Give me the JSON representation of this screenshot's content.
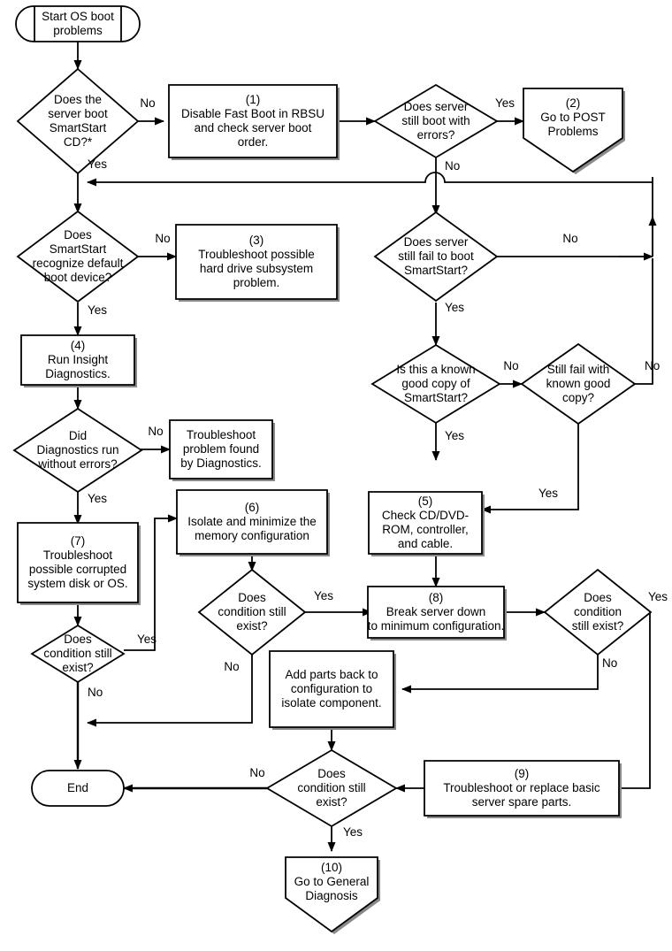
{
  "diagram": {
    "title": "OS boot problems flowchart",
    "colors": {
      "line": "#000000",
      "fill": "#ffffff",
      "shadow": "#8a8a8a"
    },
    "nodes": {
      "start": {
        "id": "start",
        "type": "terminator-start",
        "lines": [
          "Start OS boot",
          "problems"
        ]
      },
      "d_bootcd": {
        "id": "d_bootcd",
        "type": "decision",
        "lines": [
          "Does the",
          "server boot",
          "SmartStart",
          "CD?*"
        ]
      },
      "p1": {
        "id": "p1",
        "type": "process",
        "lines": [
          "(1)",
          "Disable Fast Boot in RBSU",
          "and check server boot",
          "order."
        ]
      },
      "d_booterr": {
        "id": "d_booterr",
        "type": "decision",
        "lines": [
          "Does server",
          "still boot with",
          "errors?"
        ]
      },
      "p2": {
        "id": "p2",
        "type": "offpage",
        "lines": [
          "(2)",
          "Go to POST",
          "Problems"
        ]
      },
      "d_recognize": {
        "id": "d_recognize",
        "type": "decision",
        "lines": [
          "Does",
          "SmartStart",
          "recognize default",
          "boot device?"
        ]
      },
      "p3": {
        "id": "p3",
        "type": "process",
        "lines": [
          "(3)",
          "Troubleshoot possible",
          "hard drive subsystem",
          "problem."
        ]
      },
      "d_failboot": {
        "id": "d_failboot",
        "type": "decision",
        "lines": [
          "Does server",
          "still fail to boot",
          "SmartStart?"
        ]
      },
      "p4": {
        "id": "p4",
        "type": "process",
        "lines": [
          "(4)",
          "Run Insight",
          "Diagnostics."
        ]
      },
      "d_goodcopy": {
        "id": "d_goodcopy",
        "type": "decision",
        "lines": [
          "Is this a known",
          "good copy of",
          "SmartStart?"
        ]
      },
      "d_stillfail": {
        "id": "d_stillfail",
        "type": "decision",
        "lines": [
          "Still fail with",
          "known good",
          "copy?"
        ]
      },
      "d_diagrun": {
        "id": "d_diagrun",
        "type": "decision",
        "lines": [
          "Did",
          "Diagnostics run",
          "without errors?"
        ]
      },
      "p_diagfound": {
        "id": "p_diagfound",
        "type": "process",
        "lines": [
          "Troubleshoot",
          "problem found",
          "by Diagnostics."
        ]
      },
      "p6": {
        "id": "p6",
        "type": "process",
        "lines": [
          "(6)",
          "Isolate and minimize the",
          "memory configuration"
        ]
      },
      "p5": {
        "id": "p5",
        "type": "process",
        "lines": [
          "(5)",
          "Check CD/DVD-",
          "ROM, controller,",
          "and cable."
        ]
      },
      "p7": {
        "id": "p7",
        "type": "process",
        "lines": [
          "(7)",
          "Troubleshoot",
          "possible corrupted",
          "system disk or OS."
        ]
      },
      "d_cond_mem": {
        "id": "d_cond_mem",
        "type": "decision",
        "lines": [
          "Does",
          "condition still",
          "exist?"
        ]
      },
      "p8": {
        "id": "p8",
        "type": "process",
        "lines": [
          "(8)",
          "Break server down",
          "to minimum configuration."
        ]
      },
      "d_cond_min": {
        "id": "d_cond_min",
        "type": "decision",
        "lines": [
          "Does",
          "condition",
          "still exist?"
        ]
      },
      "d_cond_os": {
        "id": "d_cond_os",
        "type": "decision",
        "lines": [
          "Does",
          "condition still",
          "exist?"
        ]
      },
      "p_addparts": {
        "id": "p_addparts",
        "type": "process",
        "lines": [
          "Add parts back to",
          "configuration to",
          "isolate component."
        ]
      },
      "d_cond_final": {
        "id": "d_cond_final",
        "type": "decision",
        "lines": [
          "Does",
          "condition still",
          "exist?"
        ]
      },
      "p9": {
        "id": "p9",
        "type": "process",
        "lines": [
          "(9)",
          "Troubleshoot or replace basic",
          "server spare parts."
        ]
      },
      "end": {
        "id": "end",
        "type": "terminator-end",
        "lines": [
          "End"
        ]
      },
      "p10": {
        "id": "p10",
        "type": "offpage",
        "lines": [
          "(10)",
          "Go to General",
          "Diagnosis"
        ]
      }
    },
    "edge_labels": [
      {
        "id": "e1",
        "text": "No",
        "from": "d_bootcd",
        "to": "p1"
      },
      {
        "id": "e2",
        "text": "Yes",
        "from": "d_bootcd",
        "to": "d_recognize"
      },
      {
        "id": "e3",
        "text": "Yes",
        "from": "d_booterr",
        "to": "p2"
      },
      {
        "id": "e4",
        "text": "No",
        "from": "d_booterr",
        "to": "d_failboot"
      },
      {
        "id": "e5",
        "text": "No",
        "from": "d_recognize",
        "to": "p3"
      },
      {
        "id": "e6",
        "text": "Yes",
        "from": "d_recognize",
        "to": "p4"
      },
      {
        "id": "e7",
        "text": "No",
        "from": "d_failboot",
        "to": "d_bootcd"
      },
      {
        "id": "e8",
        "text": "Yes",
        "from": "d_failboot",
        "to": "d_goodcopy"
      },
      {
        "id": "e9",
        "text": "No",
        "from": "d_goodcopy",
        "to": "d_stillfail"
      },
      {
        "id": "e10",
        "text": "Yes",
        "from": "d_goodcopy",
        "to": "p5"
      },
      {
        "id": "e11",
        "text": "No",
        "from": "d_stillfail",
        "to": "d_bootcd"
      },
      {
        "id": "e12",
        "text": "Yes",
        "from": "d_stillfail",
        "to": "p5"
      },
      {
        "id": "e13",
        "text": "No",
        "from": "d_diagrun",
        "to": "p_diagfound"
      },
      {
        "id": "e14",
        "text": "Yes",
        "from": "d_diagrun",
        "to": "p7"
      },
      {
        "id": "e15",
        "text": "Yes",
        "from": "d_cond_mem",
        "to": "p8"
      },
      {
        "id": "e16",
        "text": "No",
        "from": "d_cond_mem",
        "to": "end"
      },
      {
        "id": "e17",
        "text": "Yes",
        "from": "d_cond_os",
        "to": "p6"
      },
      {
        "id": "e18",
        "text": "No",
        "from": "d_cond_os",
        "to": "end"
      },
      {
        "id": "e19",
        "text": "Yes",
        "from": "d_cond_min",
        "to": "p9"
      },
      {
        "id": "e20",
        "text": "No",
        "from": "d_cond_min",
        "to": "p_addparts"
      },
      {
        "id": "e21",
        "text": "No",
        "from": "d_cond_final",
        "to": "end"
      },
      {
        "id": "e22",
        "text": "Yes",
        "from": "d_cond_final",
        "to": "p10"
      }
    ]
  }
}
